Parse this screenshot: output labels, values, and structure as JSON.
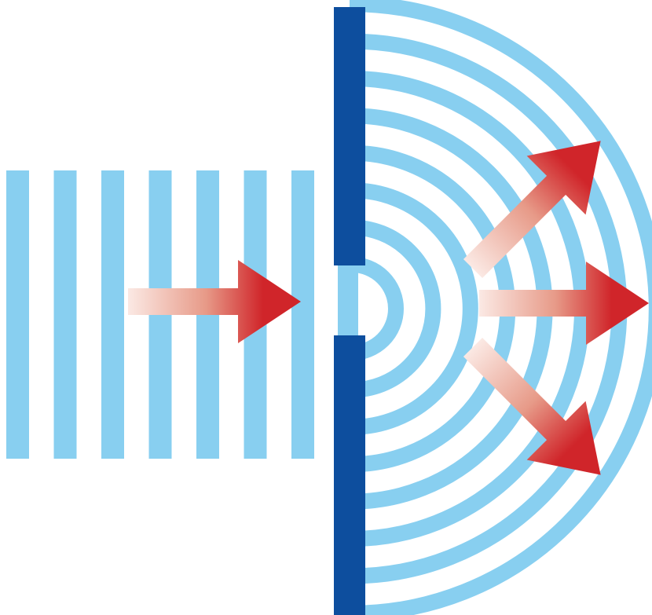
{
  "diagram": {
    "type": "single-slit diffraction illustration",
    "incident_wavefronts": 7,
    "diffracted_wavefronts": 8,
    "outgoing_arrows": 3,
    "colors": {
      "background": "#ffffff",
      "wave": "#88cff0",
      "barrier": "#0d4e9e",
      "arrow": "#d0252a",
      "arrow_fade": "#fbe9e4"
    },
    "icons": [
      "plane-wave-icon",
      "slit-barrier-icon",
      "circular-wave-icon",
      "arrow-icon"
    ]
  }
}
